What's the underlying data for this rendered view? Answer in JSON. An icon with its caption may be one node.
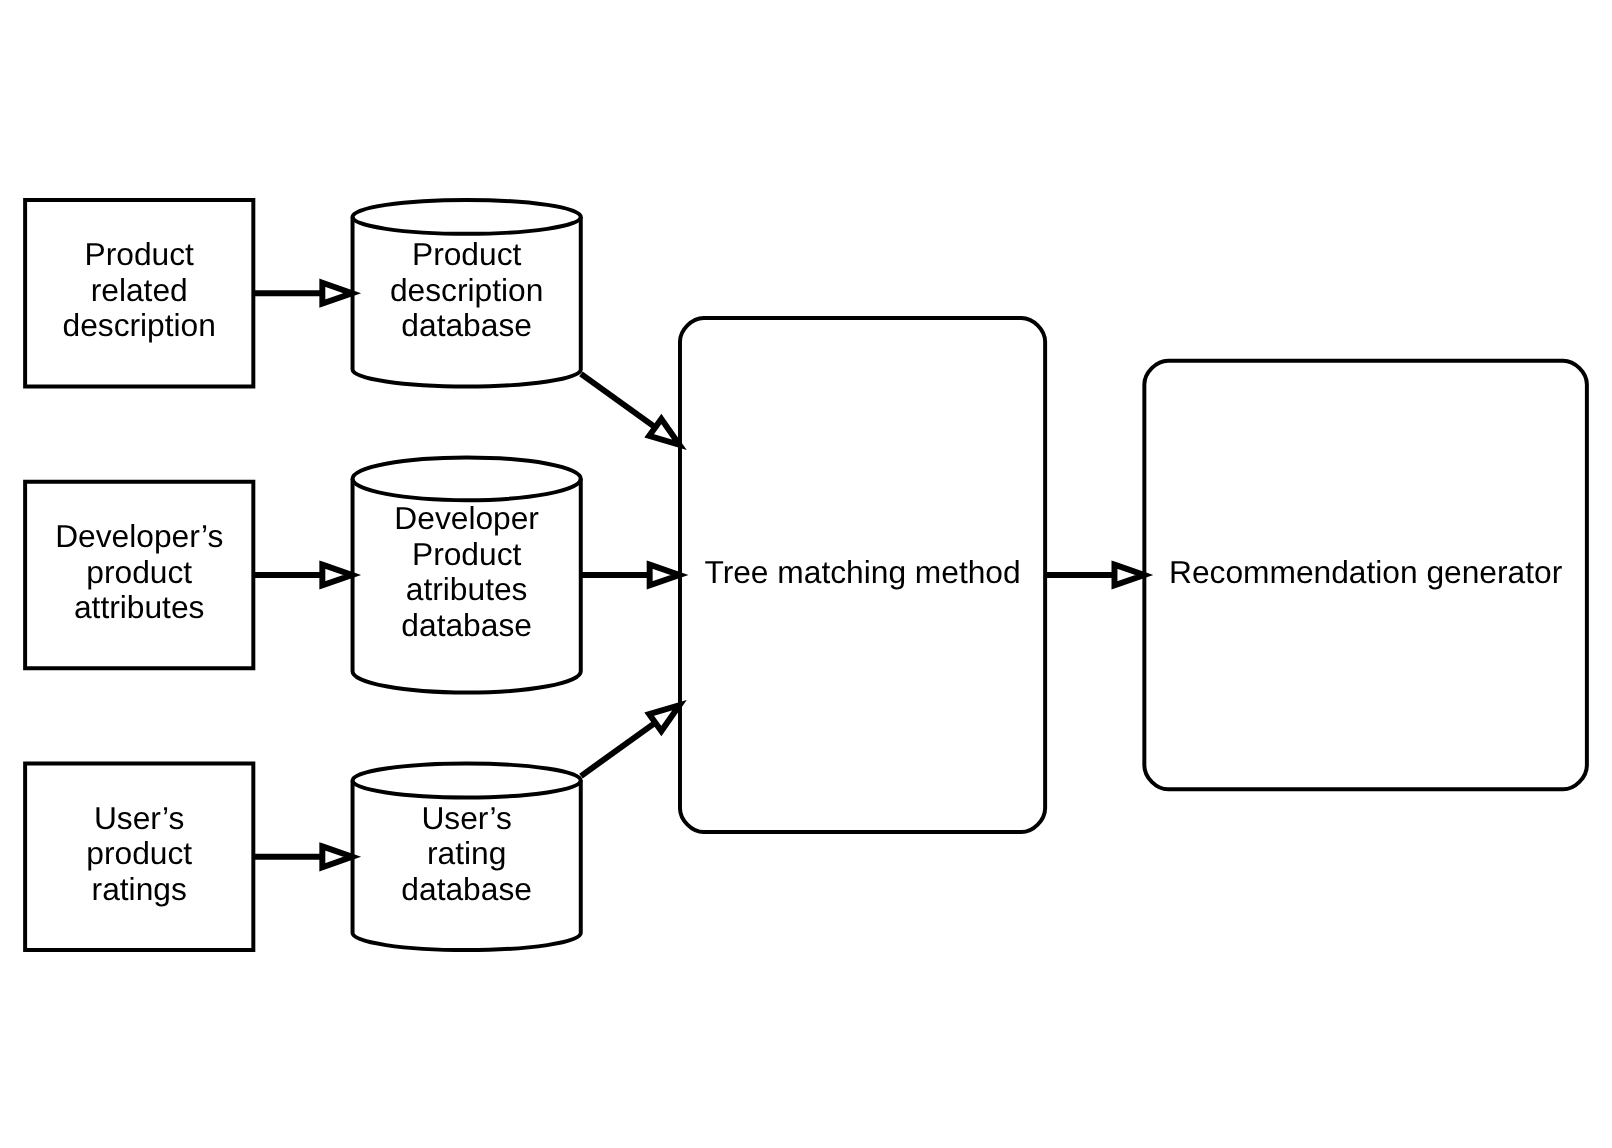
{
  "diagram": {
    "nodes": [
      {
        "text": [
          "Product related description"
        ]
      },
      {
        "text": [
          "Developer’s product attributes"
        ]
      },
      {
        "text": [
          "User’s product ratings"
        ]
      },
      {
        "text": [
          "Product description database"
        ]
      },
      {
        "text": [
          "Developer Product atributes database"
        ]
      },
      {
        "text": [
          "User’s rating database"
        ]
      },
      {
        "text": [
          "Tree matching method"
        ]
      },
      {
        "text": [
          "Recommendation generator"
        ]
      }
    ],
    "edges": [
      {
        "from": 0,
        "to": 3,
        "arrow": "to"
      },
      {
        "from": 1,
        "to": 4,
        "arrow": "to"
      },
      {
        "from": 2,
        "to": 5,
        "arrow": "to"
      },
      {
        "from": 3,
        "to": 6,
        "arrow": "to"
      },
      {
        "from": 4,
        "to": 6,
        "arrow": "to"
      },
      {
        "from": 5,
        "to": 6,
        "arrow": "to"
      },
      {
        "from": 6,
        "to": 7,
        "arrow": "to"
      }
    ]
  }
}
